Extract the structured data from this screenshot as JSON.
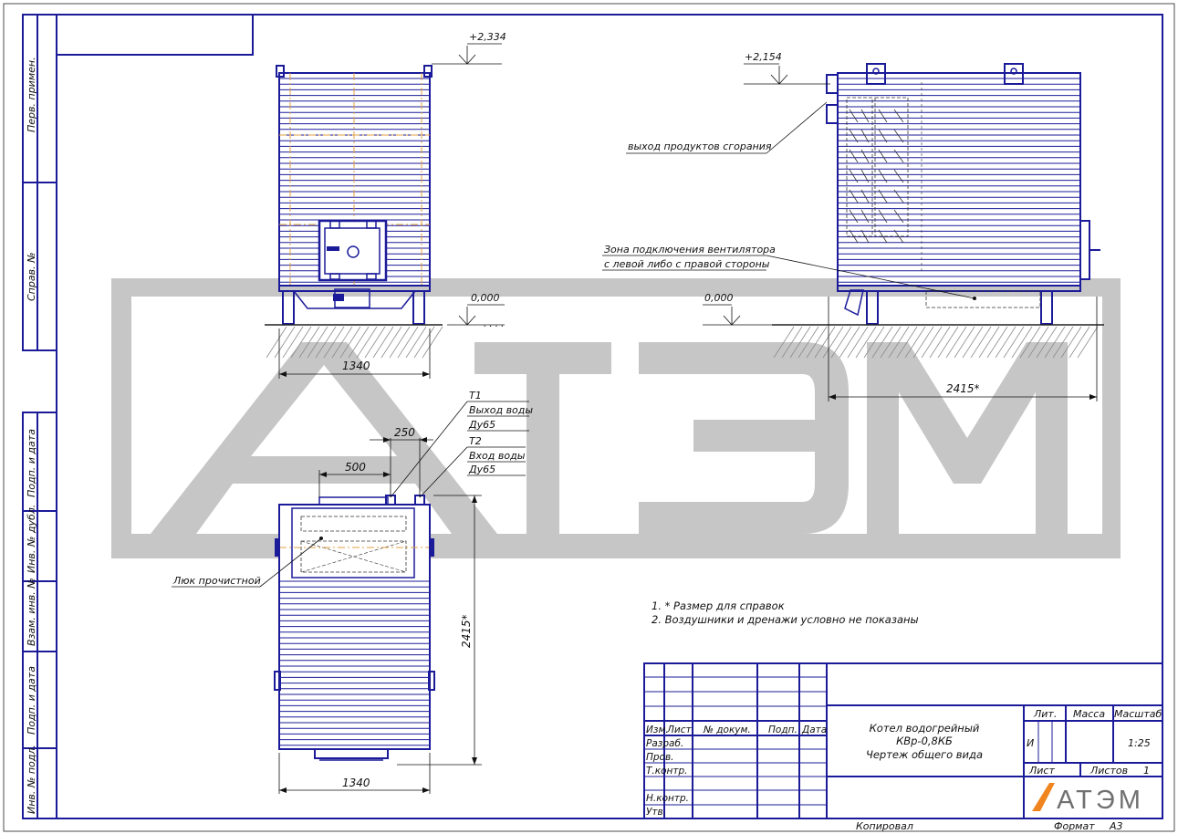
{
  "side_stamps": {
    "perv_primen": "Перв. примен.",
    "sprav_no": "Справ. №",
    "podp_data_1": "Подп. и дата",
    "inv_dubl": "Инв. № дубл.",
    "vzam_inv": "Взам. инв. №",
    "podp_data_2": "Подп. и дата",
    "inv_podl": "Инв. № подл."
  },
  "elevations": {
    "front_top": "+2,334",
    "side_top": "+2,154",
    "ground_front": "0,000",
    "ground_side": "0,000"
  },
  "dimensions": {
    "front_width": "1340",
    "side_length": "2415*",
    "plan_width": "1340",
    "plan_length": "2415*",
    "offset_500": "500",
    "offset_250": "250"
  },
  "callouts": {
    "exhaust": "выход продуктов сгорания",
    "fan_zone_line1": "Зона подключения вентилятора",
    "fan_zone_line2": "с левой либо с правой стороны",
    "cleaning_hatch": "Люк прочистной",
    "t1": "Т1",
    "t1_desc": "Выход воды",
    "t1_size": "Ду65",
    "t2": "Т2",
    "t2_desc": "Вход воды",
    "t2_size": "Ду65"
  },
  "notes": [
    "1. * Размер для справок",
    "2. Воздушники и дренажи условно не показаны"
  ],
  "title_block": {
    "col_izm": "Изм.",
    "col_list": "Лист",
    "col_doc": "№ докум.",
    "col_podp": "Подп.",
    "col_data": "Дата",
    "row_razrab": "Разраб.",
    "row_prov": "Пров.",
    "row_tkontr": "Т.контр.",
    "row_nkontr": "Н.контр.",
    "row_utv": "Утв.",
    "title_line1": "Котел водогрейный",
    "title_line2": "КВр-0,8КБ",
    "title_line3": "Чертеж общего вида",
    "lit_label": "Лит.",
    "lit_value": "И",
    "massa_label": "Масса",
    "masshtab_label": "Масштаб",
    "masshtab_value": "1:25",
    "list_label": "Лист",
    "listov_label": "Листов",
    "listov_value": "1",
    "logo_text": "АТЭМ",
    "kopiroval": "Копировал",
    "format_label": "Формат",
    "format_value": "А3"
  },
  "watermark": "АТЭМ",
  "colors": {
    "frame": "#1b1b9a",
    "axis": "#e0a040",
    "watermark": "#8f8f8f",
    "logo_accent": "#f0851f"
  }
}
